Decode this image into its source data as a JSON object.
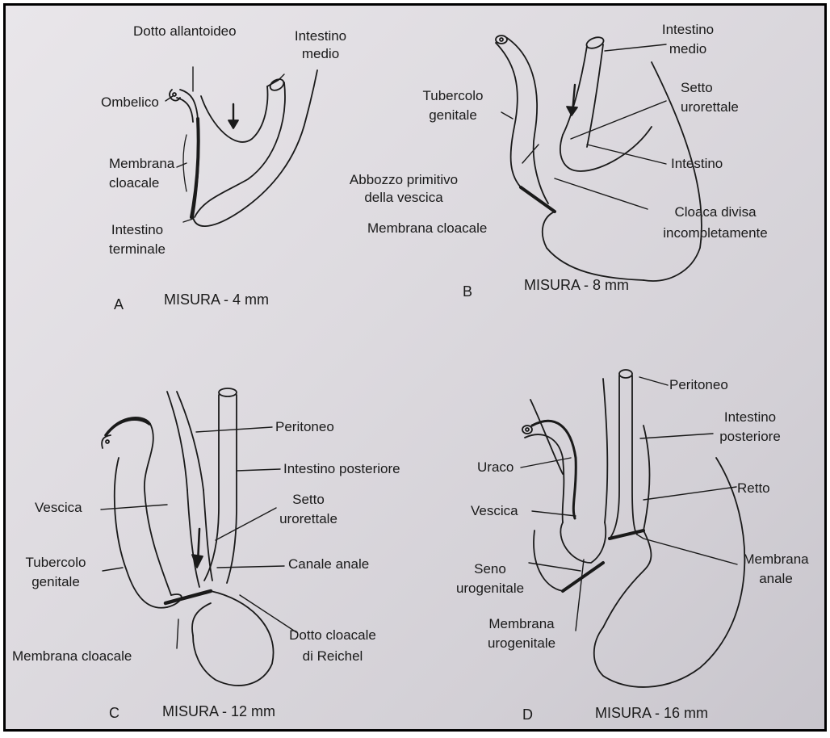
{
  "panels": {
    "a": {
      "letter": "A",
      "caption": "MISURA - 4 mm",
      "labels": {
        "dotto_allantoideo": "Dotto allantoideo",
        "intestino_medio_1": "Intestino",
        "intestino_medio_2": "medio",
        "ombelico": "Ombelico",
        "membrana_cloacale_1": "Membrana",
        "membrana_cloacale_2": "cloacale",
        "intestino_terminale_1": "Intestino",
        "intestino_terminale_2": "terminale"
      }
    },
    "b": {
      "letter": "B",
      "caption": "MISURA - 8 mm",
      "labels": {
        "intestino_medio_1": "Intestino",
        "intestino_medio_2": "medio",
        "tubercolo_genitale_1": "Tubercolo",
        "tubercolo_genitale_2": "genitale",
        "setto_urorettale_1": "Setto",
        "setto_urorettale_2": "urorettale",
        "intestino": "Intestino",
        "abbozzo_1": "Abbozzo primitivo",
        "abbozzo_2": "della vescica",
        "membrana_cloacale": "Membrana cloacale",
        "cloaca_divisa_1": "Cloaca divisa",
        "cloaca_divisa_2": "incompletamente"
      }
    },
    "c": {
      "letter": "C",
      "caption": "MISURA - 12 mm",
      "labels": {
        "peritoneo": "Peritoneo",
        "intestino_posteriore": "Intestino posteriore",
        "vescica": "Vescica",
        "setto_urorettale_1": "Setto",
        "setto_urorettale_2": "urorettale",
        "tubercolo_genitale_1": "Tubercolo",
        "tubercolo_genitale_2": "genitale",
        "canale_anale": "Canale anale",
        "dotto_cloacale_1": "Dotto cloacale",
        "dotto_cloacale_2": "di Reichel",
        "membrana_cloacale": "Membrana cloacale"
      }
    },
    "d": {
      "letter": "D",
      "caption": "MISURA - 16 mm",
      "labels": {
        "peritoneo": "Peritoneo",
        "intestino_posteriore_1": "Intestino",
        "intestino_posteriore_2": "posteriore",
        "uraco": "Uraco",
        "retto": "Retto",
        "vescica": "Vescica",
        "membrana_anale_1": "Membrana",
        "membrana_anale_2": "anale",
        "seno_urogenitale_1": "Seno",
        "seno_urogenitale_2": "urogenitale",
        "membrana_urogenitale_1": "Membrana",
        "membrana_urogenitale_2": "urogenitale"
      }
    }
  },
  "colors": {
    "ink": "#1a1a1a",
    "paper": "#dedbe0",
    "frame": "#000000"
  }
}
